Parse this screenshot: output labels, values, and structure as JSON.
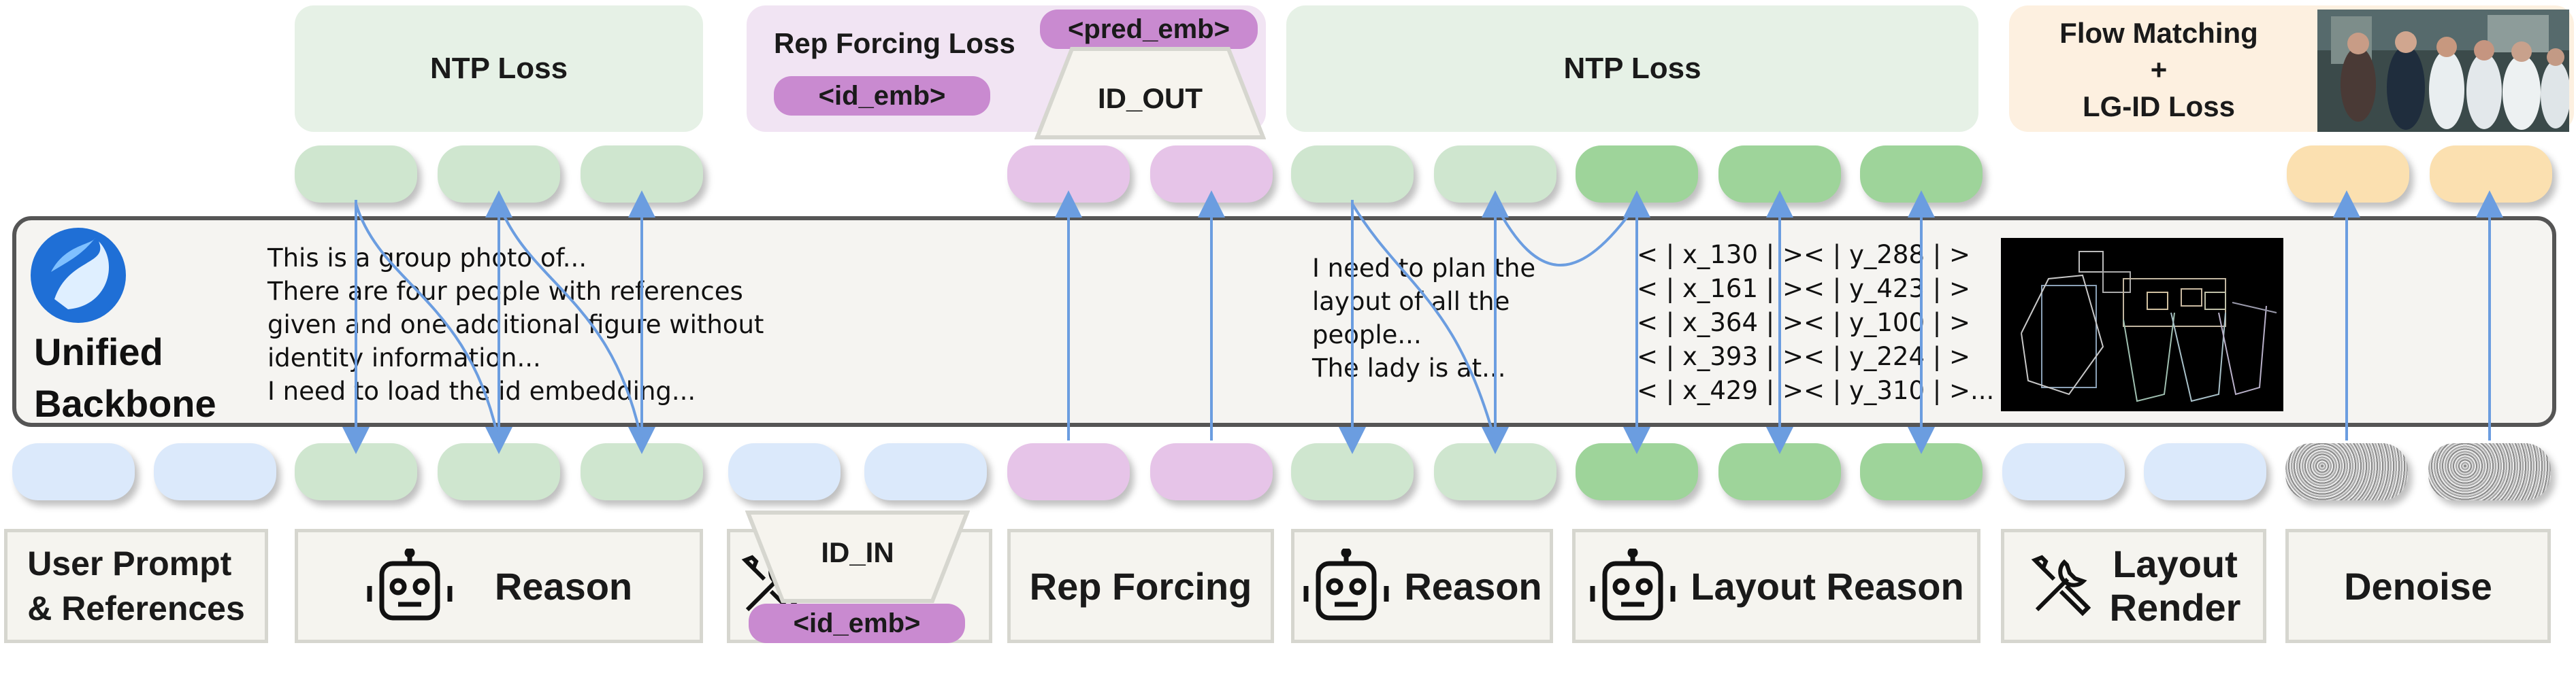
{
  "losses": {
    "ntp_left": "NTP Loss",
    "ntp_right": "NTP Loss",
    "rep_forcing": "Rep Forcing Loss",
    "flow_matching": "Flow Matching\n+\nLG-ID Loss"
  },
  "tags": {
    "pred_emb": "<pred_emb>",
    "id_emb_top": "<id_emb>",
    "id_emb_bottom": "<id_emb>"
  },
  "trapezoids": {
    "id_out": "ID_OUT",
    "id_in": "ID_IN"
  },
  "backbone": {
    "title": "Unified\nBackbone",
    "reason_text": "This is a group photo of...\nThere are four people with references\ngiven and one additional figure without\nidentity information...\nI need to load the id embedding...",
    "layout_text": "I need to plan the\nlayout of all the\npeople...\nThe lady is at...",
    "coords_text": "< | x_130 | >< | y_288 | >\n< | x_161 | >< | y_423 | >\n< | x_364 | >< | y_100 | >\n< | x_393 | >< | y_224 | >\n< | x_429 | >< | y_310 | >..."
  },
  "stages": [
    {
      "label": "User Prompt\n& References",
      "icon": "none"
    },
    {
      "label": "Reason",
      "icon": "robot-icon"
    },
    {
      "label": "",
      "icon": "tools-icon"
    },
    {
      "label": "Rep Forcing",
      "icon": "none"
    },
    {
      "label": "Reason",
      "icon": "robot-icon"
    },
    {
      "label": "Layout Reason",
      "icon": "robot-icon"
    },
    {
      "label": "Layout\nRender",
      "icon": "tools-icon"
    },
    {
      "label": "Denoise",
      "icon": "none"
    }
  ],
  "colors": {
    "ntp_loss_bg": "#e6f1e6",
    "rep_loss_bg": "#f1e4f3",
    "flow_loss_bg": "#fdf0e0",
    "green_token": "#cfe6cf",
    "dark_green_token": "#9ed49a",
    "blue_token": "#dbe9fb",
    "purple_token": "#e6c4e8",
    "orange_token": "#fbe0b0",
    "arrow": "#6b9de0"
  }
}
